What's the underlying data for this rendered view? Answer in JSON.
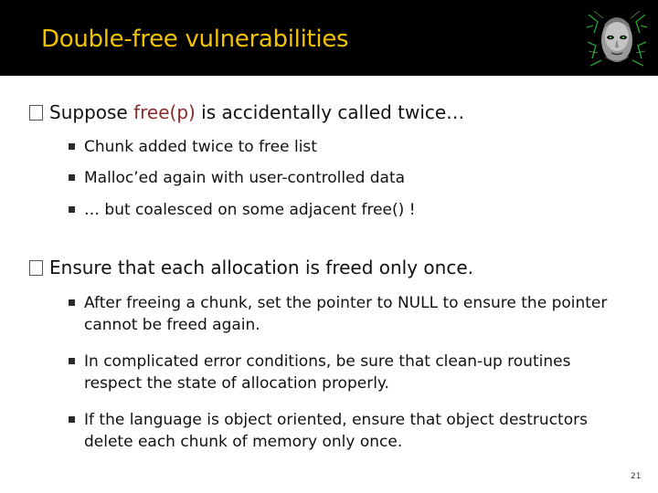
{
  "slide": {
    "title": "Double-free vulnerabilities",
    "page_number": "21"
  },
  "bullets": [
    {
      "pre": "Suppose ",
      "highlight": "free(p)",
      "post": " is accidentally called twice…",
      "sub": [
        "Chunk added twice to free list",
        "Malloc’ed again with user-controlled data",
        "… but coalesced on some adjacent free() !"
      ]
    },
    {
      "text": "Ensure that each allocation is freed only once.",
      "sub": [
        "After freeing a chunk, set the pointer to NULL to ensure the pointer cannot be freed again.",
        "In complicated error conditions, be sure that clean-up routines respect the state of allocation properly.",
        "If the language is object oriented, ensure that object destructors delete each chunk of memory only once."
      ]
    }
  ],
  "colors": {
    "title": "#f2c200",
    "highlight": "#8b2a2a",
    "header_bg": "#000000"
  },
  "icons": {
    "logo": "shodan-face-logo-icon",
    "level1_bullet": "hollow-square-bullet-icon",
    "level2_bullet": "filled-square-bullet-icon"
  }
}
